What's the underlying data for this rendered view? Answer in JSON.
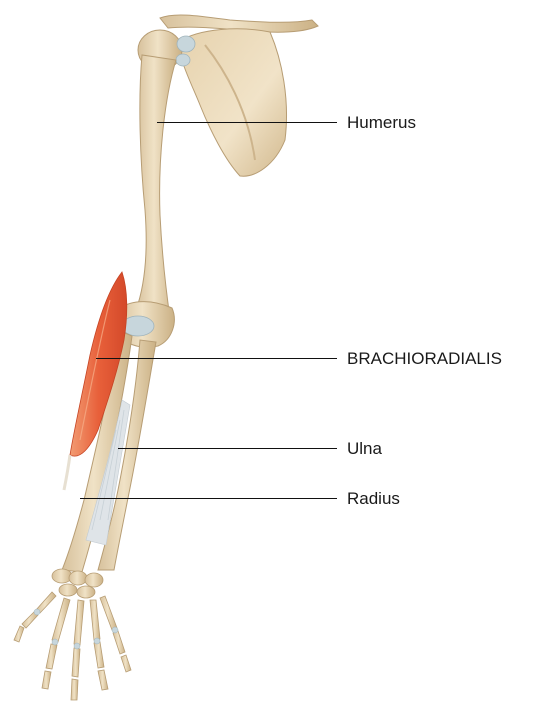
{
  "labels": {
    "humerus": "Humerus",
    "brachioradialis": "BRACHIORADIALIS",
    "ulna": "Ulna",
    "radius": "Radius"
  },
  "colors": {
    "bone": "#ead8b8",
    "bone_shade": "#cdb48c",
    "bone_outline": "#b79d74",
    "muscle": "#e8603a",
    "muscle_light": "#f19064",
    "cartilage": "#c7d6dc",
    "membrane": "#dfe4e8",
    "leader_line": "#111111"
  }
}
